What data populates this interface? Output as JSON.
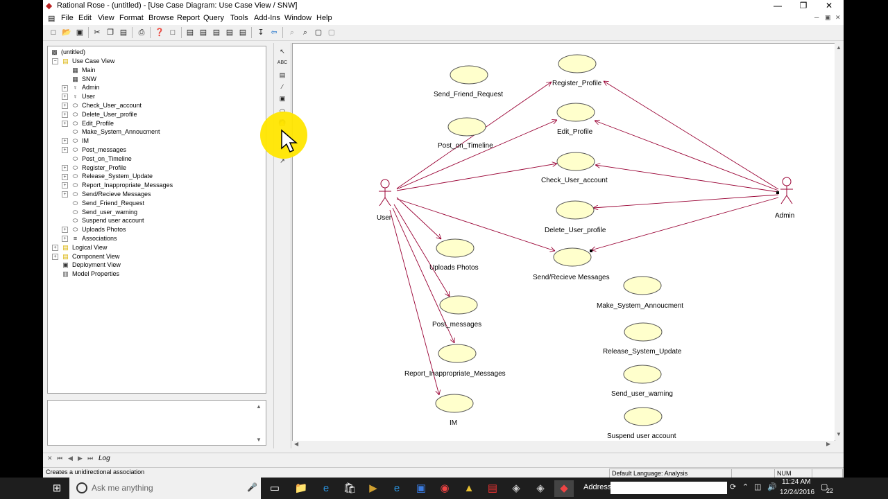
{
  "window": {
    "title": "Rational Rose - (untitled) - [Use Case Diagram: Use Case View / SNW]",
    "minimize": "—",
    "restore": "❐",
    "close": "✕"
  },
  "menu": {
    "items": [
      "File",
      "Edit",
      "View",
      "Format",
      "Browse",
      "Report",
      "Query",
      "Tools",
      "Add-Ins",
      "Window",
      "Help"
    ]
  },
  "browser": {
    "root": "(untitled)",
    "rows": [
      {
        "label": "Use Case View",
        "icon": "folder-icon"
      },
      {
        "label": "Main",
        "icon": "diagram-icon"
      },
      {
        "label": "SNW",
        "icon": "diagram-icon"
      },
      {
        "label": "Admin",
        "icon": "actor-icon"
      },
      {
        "label": "User",
        "icon": "actor-icon"
      },
      {
        "label": "Check_User_account",
        "icon": "usecase-icon"
      },
      {
        "label": "Delete_User_profile",
        "icon": "usecase-icon"
      },
      {
        "label": "Edit_Profile",
        "icon": "usecase-icon"
      },
      {
        "label": "Make_System_Annoucment",
        "icon": "usecase-icon"
      },
      {
        "label": "IM",
        "icon": "usecase-icon"
      },
      {
        "label": "Post_messages",
        "icon": "usecase-icon"
      },
      {
        "label": "Post_on_Timeline",
        "icon": "usecase-icon"
      },
      {
        "label": "Register_Profile",
        "icon": "usecase-icon"
      },
      {
        "label": "Release_System_Update",
        "icon": "usecase-icon"
      },
      {
        "label": "Report_Inappropriate_Messages",
        "icon": "usecase-icon"
      },
      {
        "label": "Send/Recieve Messages",
        "icon": "usecase-icon"
      },
      {
        "label": "Send_Friend_Request",
        "icon": "usecase-icon"
      },
      {
        "label": "Send_user_warning",
        "icon": "usecase-icon"
      },
      {
        "label": "Suspend user account",
        "icon": "usecase-icon"
      },
      {
        "label": "Uploads Photos",
        "icon": "usecase-icon"
      },
      {
        "label": "Associations",
        "icon": "association-icon"
      },
      {
        "label": "Logical View",
        "icon": "folder-icon"
      },
      {
        "label": "Component View",
        "icon": "folder-icon"
      },
      {
        "label": "Deployment View",
        "icon": "deployment-icon"
      },
      {
        "label": "Model Properties",
        "icon": "properties-icon"
      }
    ]
  },
  "diagram": {
    "actors": {
      "user": "User",
      "admin": "Admin"
    },
    "usecases": {
      "send_friend_request": "Send_Friend_Request",
      "register_profile": "Register_Profile",
      "post_on_timeline": "Post_on_Timeline",
      "edit_profile": "Edit_Profile",
      "check_user_account": "Check_User_account",
      "delete_user_profile": "Delete_User_profile",
      "uploads_photos": "Uploads Photos",
      "send_recieve_messages": "Send/Recieve Messages",
      "make_system_annoucment": "Make_System_Annoucment",
      "post_messages": "Post_messages",
      "release_system_update": "Release_System_Update",
      "report_inappropriate_messages": "Report_Inappropriate_Messages",
      "send_user_warning": "Send_user_warning",
      "im": "IM",
      "suspend_user_account": "Suspend user account"
    },
    "usecase_fill": "#ffffcc",
    "association_color": "#990033"
  },
  "log": {
    "tab": "Log"
  },
  "status": {
    "message": "Creates a unidirectional association",
    "language": "Default Language: Analysis",
    "num": "NUM"
  },
  "taskbar": {
    "search_placeholder": "Ask me anything",
    "address_label": "Address",
    "time": "11:24 AM",
    "date": "12/24/2016",
    "notifications": "22"
  }
}
